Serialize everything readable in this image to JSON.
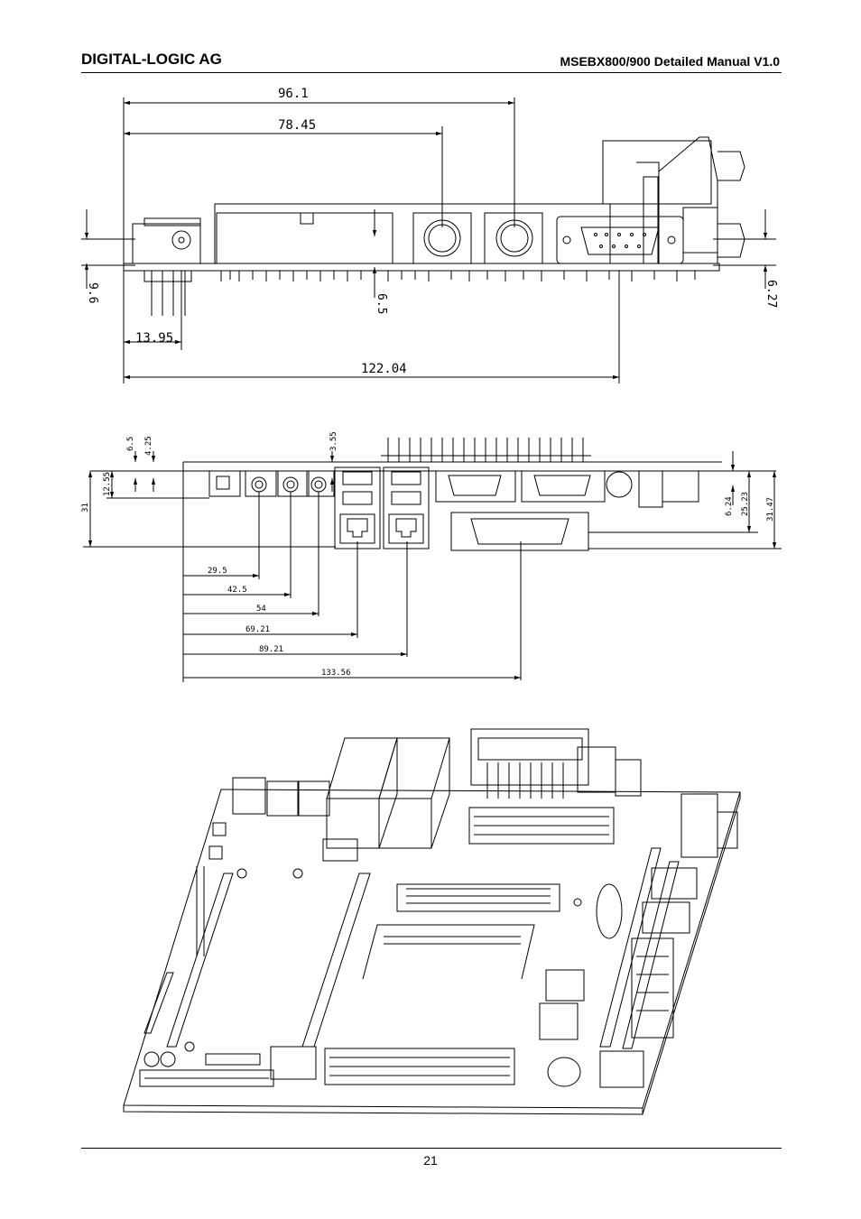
{
  "header": {
    "company": "DIGITAL-LOGIC AG",
    "manual": "MSEBX800/900 Detailed Manual V1.0"
  },
  "side_view": {
    "dims": {
      "top1": "96.1",
      "top2": "78.45",
      "left_v": "9.6",
      "mid_v": "6.5",
      "right_v": "6.27",
      "bottom1": "13.95",
      "bottom2": "122.04"
    }
  },
  "front_view": {
    "dims": {
      "v1": "6.5",
      "v2": "4.25",
      "v3": "3.55",
      "h12": "12.55",
      "h31": "31",
      "r1": "6.24",
      "r2": "25.23",
      "r3": "31.47",
      "d1": "29.5",
      "d2": "42.5",
      "d3": "54",
      "d4": "69.21",
      "d5": "89.21",
      "d6": "133.56"
    }
  },
  "footer": {
    "page": "21"
  }
}
